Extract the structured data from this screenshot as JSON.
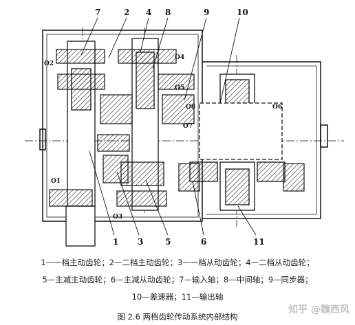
{
  "callouts_top": [
    "7",
    "2",
    "4",
    "8",
    "9",
    "10"
  ],
  "callouts_bottom": [
    "1",
    "3",
    "5",
    "6",
    "11"
  ],
  "callouts_o": [
    "O2",
    "O4",
    "O8",
    "O5",
    "O6",
    "O7",
    "O1",
    "O3"
  ],
  "legend": [
    "1—一档主动齿轮；2—二档主动齿轮；3—一档从动齿轮；4—二档从动齿轮；",
    "5—主减主动齿轮；6—主减从动齿轮；7—输入轴；8—中间轴；9—同步器；",
    "10—差速器；11—输出轴"
  ],
  "caption": "图 2.6   两档齿轮传动系统内部结构",
  "watermark": "知乎 @魏西风",
  "colors": {
    "ink": "#111111",
    "hatch": "#333333",
    "background": "#ffffff"
  }
}
